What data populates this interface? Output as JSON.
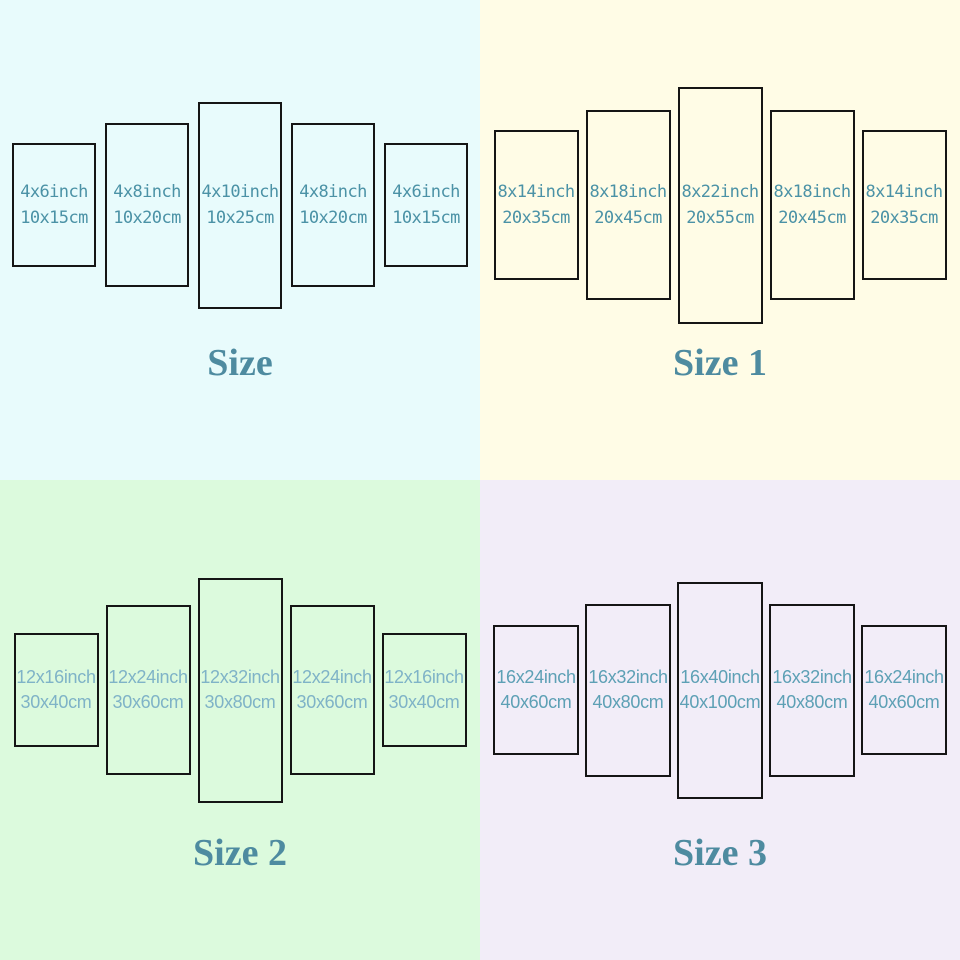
{
  "panel_border_color": "#151515",
  "quadrants": [
    {
      "title": "Size",
      "background": "#e8fbfc",
      "text_color": "#4b92a6",
      "title_color": "#4e8ba0",
      "panels": [
        {
          "inch": "4x6inch",
          "cm": "10x15cm"
        },
        {
          "inch": "4x8inch",
          "cm": "10x20cm"
        },
        {
          "inch": "4x10inch",
          "cm": "10x25cm"
        },
        {
          "inch": "4x8inch",
          "cm": "10x20cm"
        },
        {
          "inch": "4x6inch",
          "cm": "10x15cm"
        }
      ]
    },
    {
      "title": "Size 1",
      "background": "#fffce6",
      "text_color": "#4b92a6",
      "title_color": "#4e8ba0",
      "panels": [
        {
          "inch": "8x14inch",
          "cm": "20x35cm"
        },
        {
          "inch": "8x18inch",
          "cm": "20x45cm"
        },
        {
          "inch": "8x22inch",
          "cm": "20x55cm"
        },
        {
          "inch": "8x18inch",
          "cm": "20x45cm"
        },
        {
          "inch": "8x14inch",
          "cm": "20x35cm"
        }
      ]
    },
    {
      "title": "Size 2",
      "background": "#dcfadd",
      "text_color": "#7fb3c7",
      "title_color": "#4e8ba0",
      "panels": [
        {
          "inch": "12x16inch",
          "cm": "30x40cm"
        },
        {
          "inch": "12x24inch",
          "cm": "30x60cm"
        },
        {
          "inch": "12x32inch",
          "cm": "30x80cm"
        },
        {
          "inch": "12x24inch",
          "cm": "30x60cm"
        },
        {
          "inch": "12x16inch",
          "cm": "30x40cm"
        }
      ]
    },
    {
      "title": "Size 3",
      "background": "#f2edf8",
      "text_color": "#5da0b5",
      "title_color": "#4e8ba0",
      "panels": [
        {
          "inch": "16x24inch",
          "cm": "40x60cm"
        },
        {
          "inch": "16x32inch",
          "cm": "40x80cm"
        },
        {
          "inch": "16x40inch",
          "cm": "40x100cm"
        },
        {
          "inch": "16x32inch",
          "cm": "40x80cm"
        },
        {
          "inch": "16x24inch",
          "cm": "40x60cm"
        }
      ]
    }
  ]
}
